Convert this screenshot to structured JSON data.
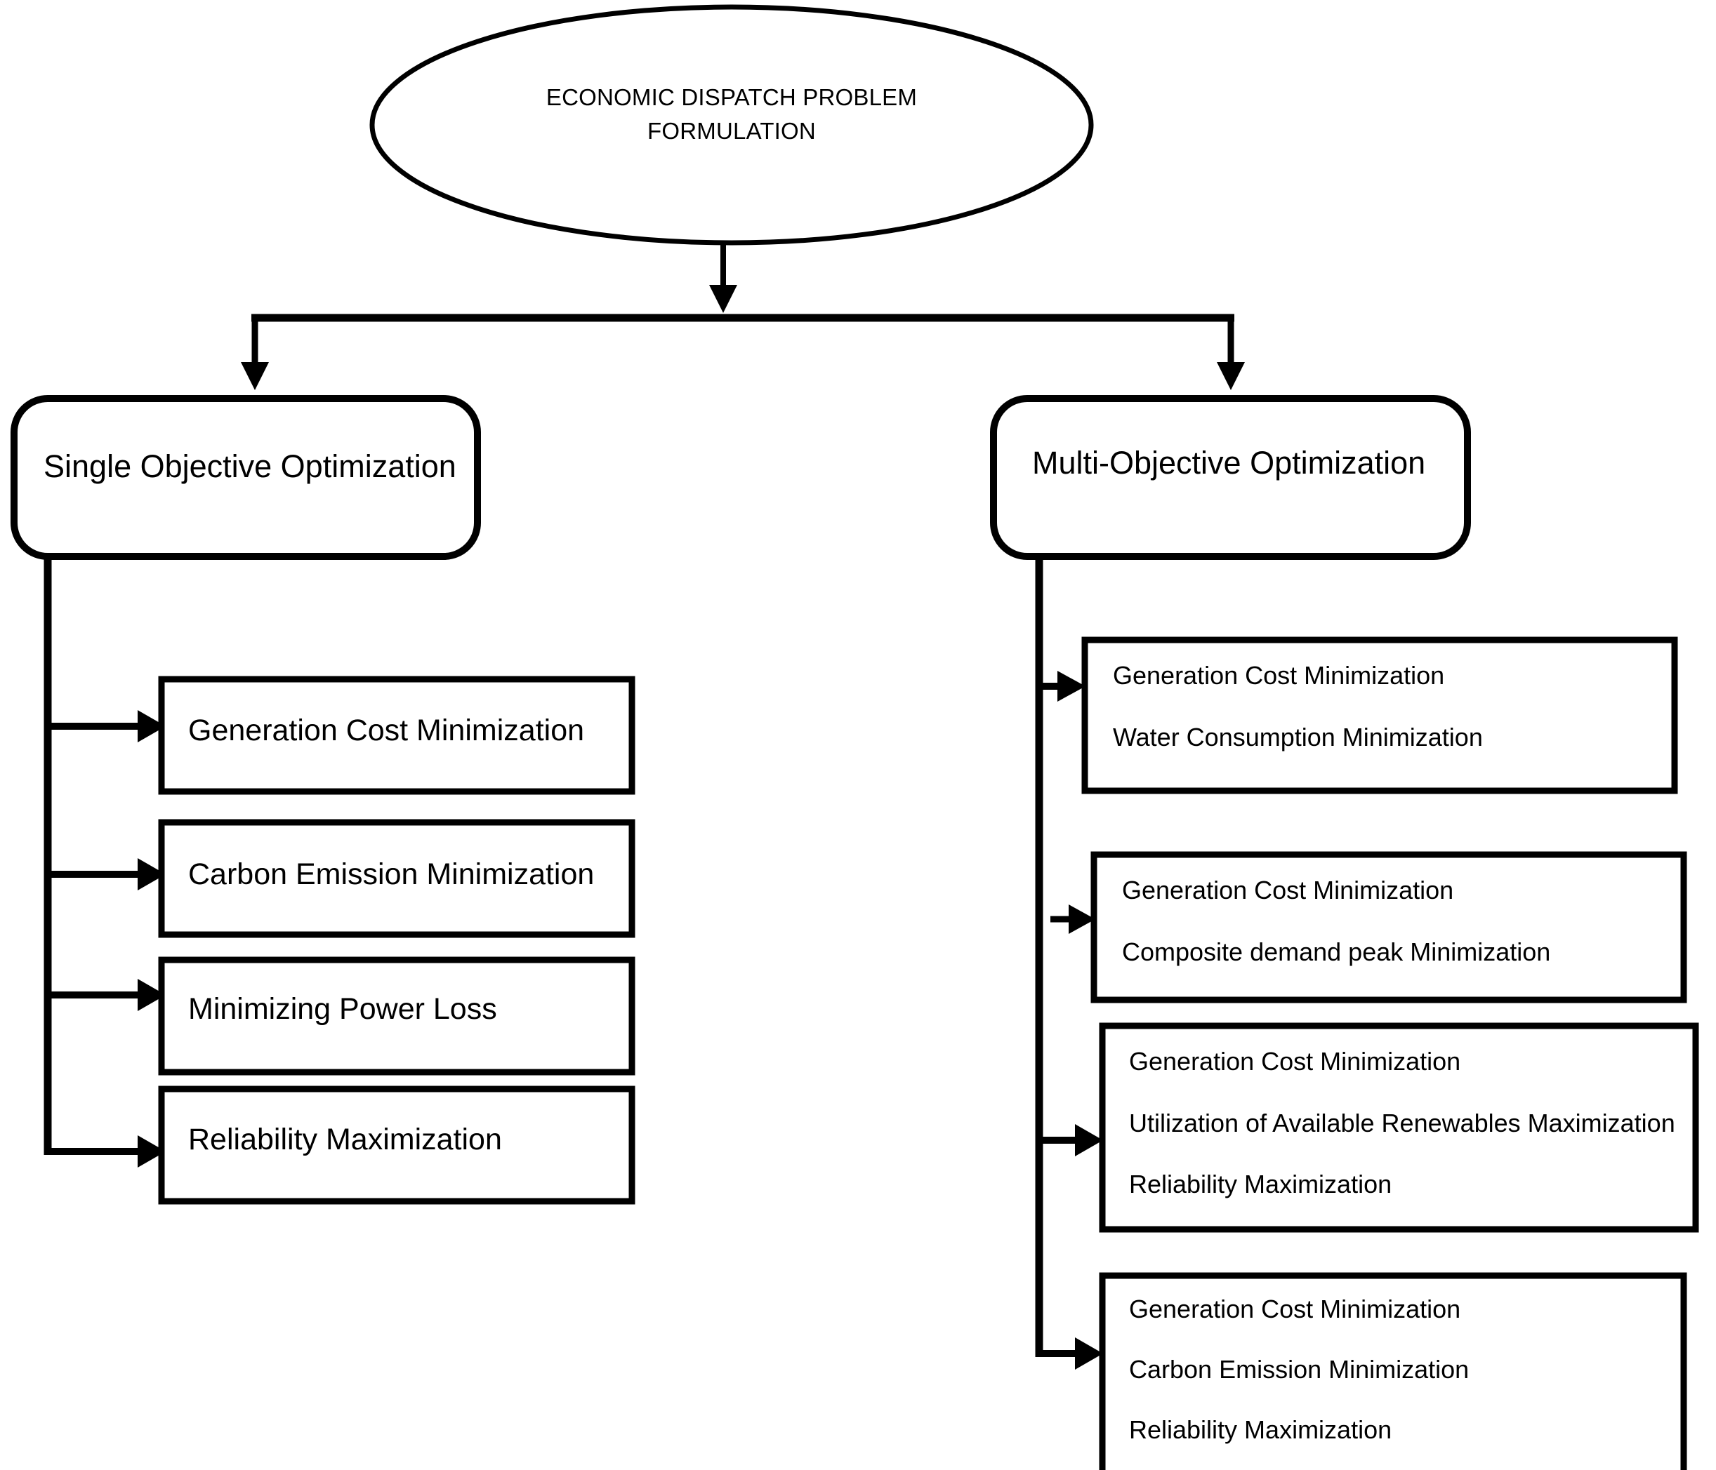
{
  "diagram": {
    "title_node": {
      "line1": "ECONOMIC DISPATCH PROBLEM",
      "line2": "FORMULATION"
    },
    "branches": [
      {
        "label": "Single Objective Optimization"
      },
      {
        "label": "Multi-Objective Optimization"
      }
    ],
    "single_objective": {
      "items": [
        {
          "label": "Generation Cost Minimization"
        },
        {
          "label": "Carbon Emission Minimization"
        },
        {
          "label": "Minimizing Power Loss"
        },
        {
          "label": "Reliability Maximization"
        }
      ]
    },
    "multi_objective": {
      "groups": [
        {
          "lines": [
            "Generation Cost Minimization",
            "Water Consumption Minimization"
          ]
        },
        {
          "lines": [
            "Generation Cost Minimization",
            "Composite demand peak Minimization"
          ]
        },
        {
          "lines": [
            "Generation Cost Minimization",
            "Utilization of Available Renewables Maximization",
            "Reliability Maximization"
          ]
        },
        {
          "lines": [
            "Generation Cost Minimization",
            "Carbon Emission Minimization",
            "Reliability Maximization"
          ]
        }
      ]
    },
    "colors": {
      "stroke": "#000000",
      "fill": "#ffffff",
      "text": "#000000"
    }
  }
}
